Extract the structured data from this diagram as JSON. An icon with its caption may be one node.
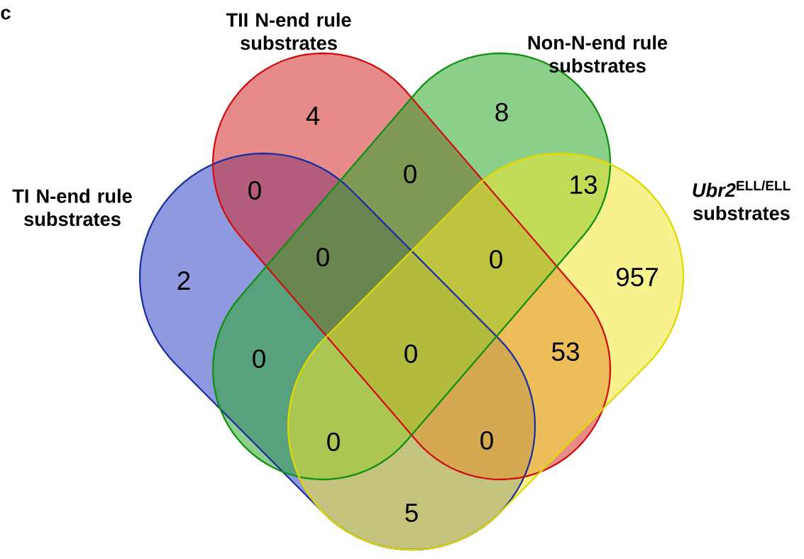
{
  "diagram": {
    "nodes": [
      {
        "text": [
          "TII N-end rule substrates"
        ]
      },
      {
        "text": [
          "Non-N-end rule substrates"
        ]
      },
      {
        "text": [
          "TI N-end rule substrates"
        ]
      },
      {
        "text": [
          "*Ubr2*$^{ELL/ELL}$ substrates"
        ]
      }
    ],
    "labels": [
      "c",
      "4",
      "8",
      "0",
      "13",
      "0",
      "0",
      "0",
      "957",
      "2",
      "0",
      "0",
      "53",
      "0",
      "0",
      "5"
    ]
  }
}
